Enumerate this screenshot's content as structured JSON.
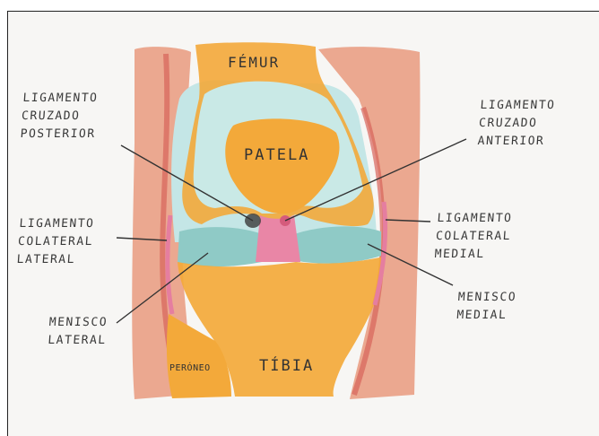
{
  "colors": {
    "bone": "#f2a52a",
    "bone_dark": "#e18b18",
    "muscle": "#e88e72",
    "muscle_dark": "#d96a5a",
    "cartilage": "#bfe3e4",
    "meniscus": "#8fc9c4",
    "ligament": "#e57ea0",
    "ink": "#333333"
  },
  "labels": {
    "femur": "FÉMUR",
    "patela": "PATELA",
    "tibia": "TÍBIA",
    "peroneo": "PERÓNEO",
    "lig_cruzado_posterior": "LIGAMENTO\nCRUZADO\nPOSTERIOR",
    "lig_cruzado_anterior": "LIGAMENTO\nCRUZADO\nANTERIOR",
    "lig_colateral_lateral": "LIGAMENTO\nCOLATERAL\nLATERAL",
    "lig_colateral_medial": "LIGAMENTO\nCOLATERAL\nMEDIAL",
    "menisco_lateral": "MENISCO\nLATERAL",
    "menisco_medial": "MENISCO\nMEDIAL"
  }
}
